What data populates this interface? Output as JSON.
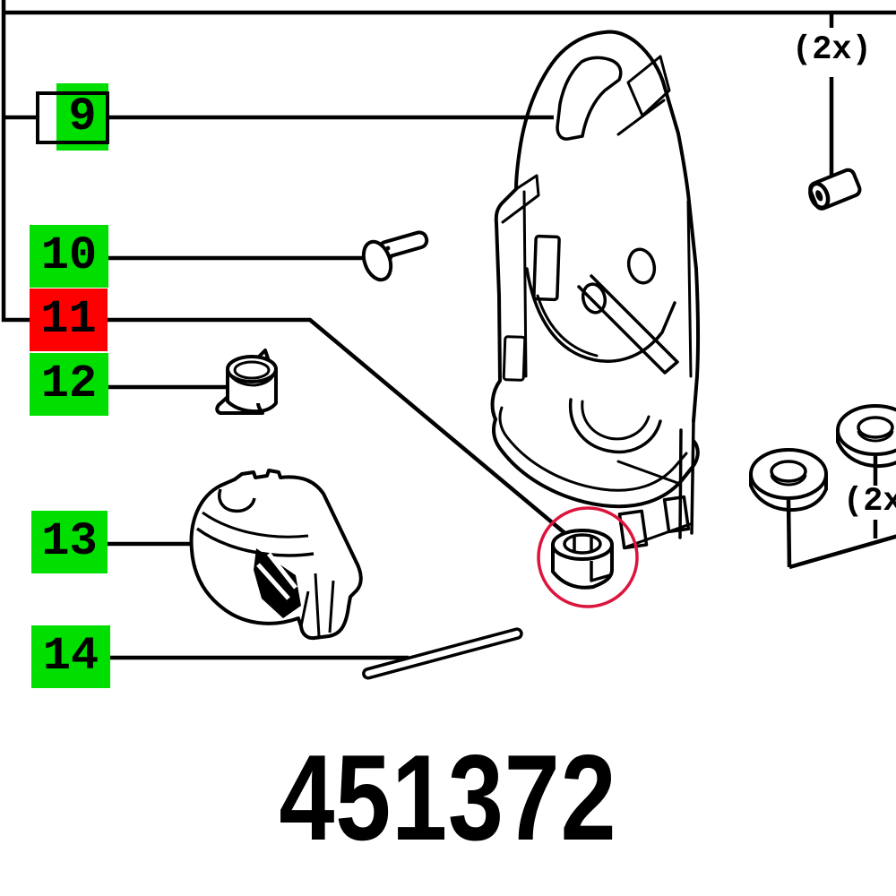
{
  "page": {
    "part_number": "451372",
    "background": "#ffffff"
  },
  "colors": {
    "highlight_green": "#00df00",
    "highlight_red": "#ff0000",
    "selection_circle_red": "#dc143c",
    "line_color": "#000000"
  },
  "labels": [
    {
      "id": "9",
      "text": "9",
      "highlight": "green",
      "boxed": true,
      "selected": false
    },
    {
      "id": "10",
      "text": "10",
      "highlight": "green",
      "boxed": false,
      "selected": false
    },
    {
      "id": "11",
      "text": "11",
      "highlight": "red",
      "boxed": false,
      "selected": true
    },
    {
      "id": "12",
      "text": "12",
      "highlight": "green",
      "boxed": false,
      "selected": false
    },
    {
      "id": "13",
      "text": "13",
      "highlight": "green",
      "boxed": false,
      "selected": false
    },
    {
      "id": "14",
      "text": "14",
      "highlight": "green",
      "boxed": false,
      "selected": false
    }
  ],
  "quantity_markers": [
    {
      "text": "(2x)",
      "location": "top-right-sleeve"
    },
    {
      "text": "(2x)",
      "location": "right-washers"
    }
  ],
  "parts_shown": [
    "motor-housing",
    "screw",
    "sleeve-2x",
    "cap-bushing",
    "bearing-bracket",
    "rod-pin",
    "adjusting-nut-circled",
    "washers-2x"
  ]
}
